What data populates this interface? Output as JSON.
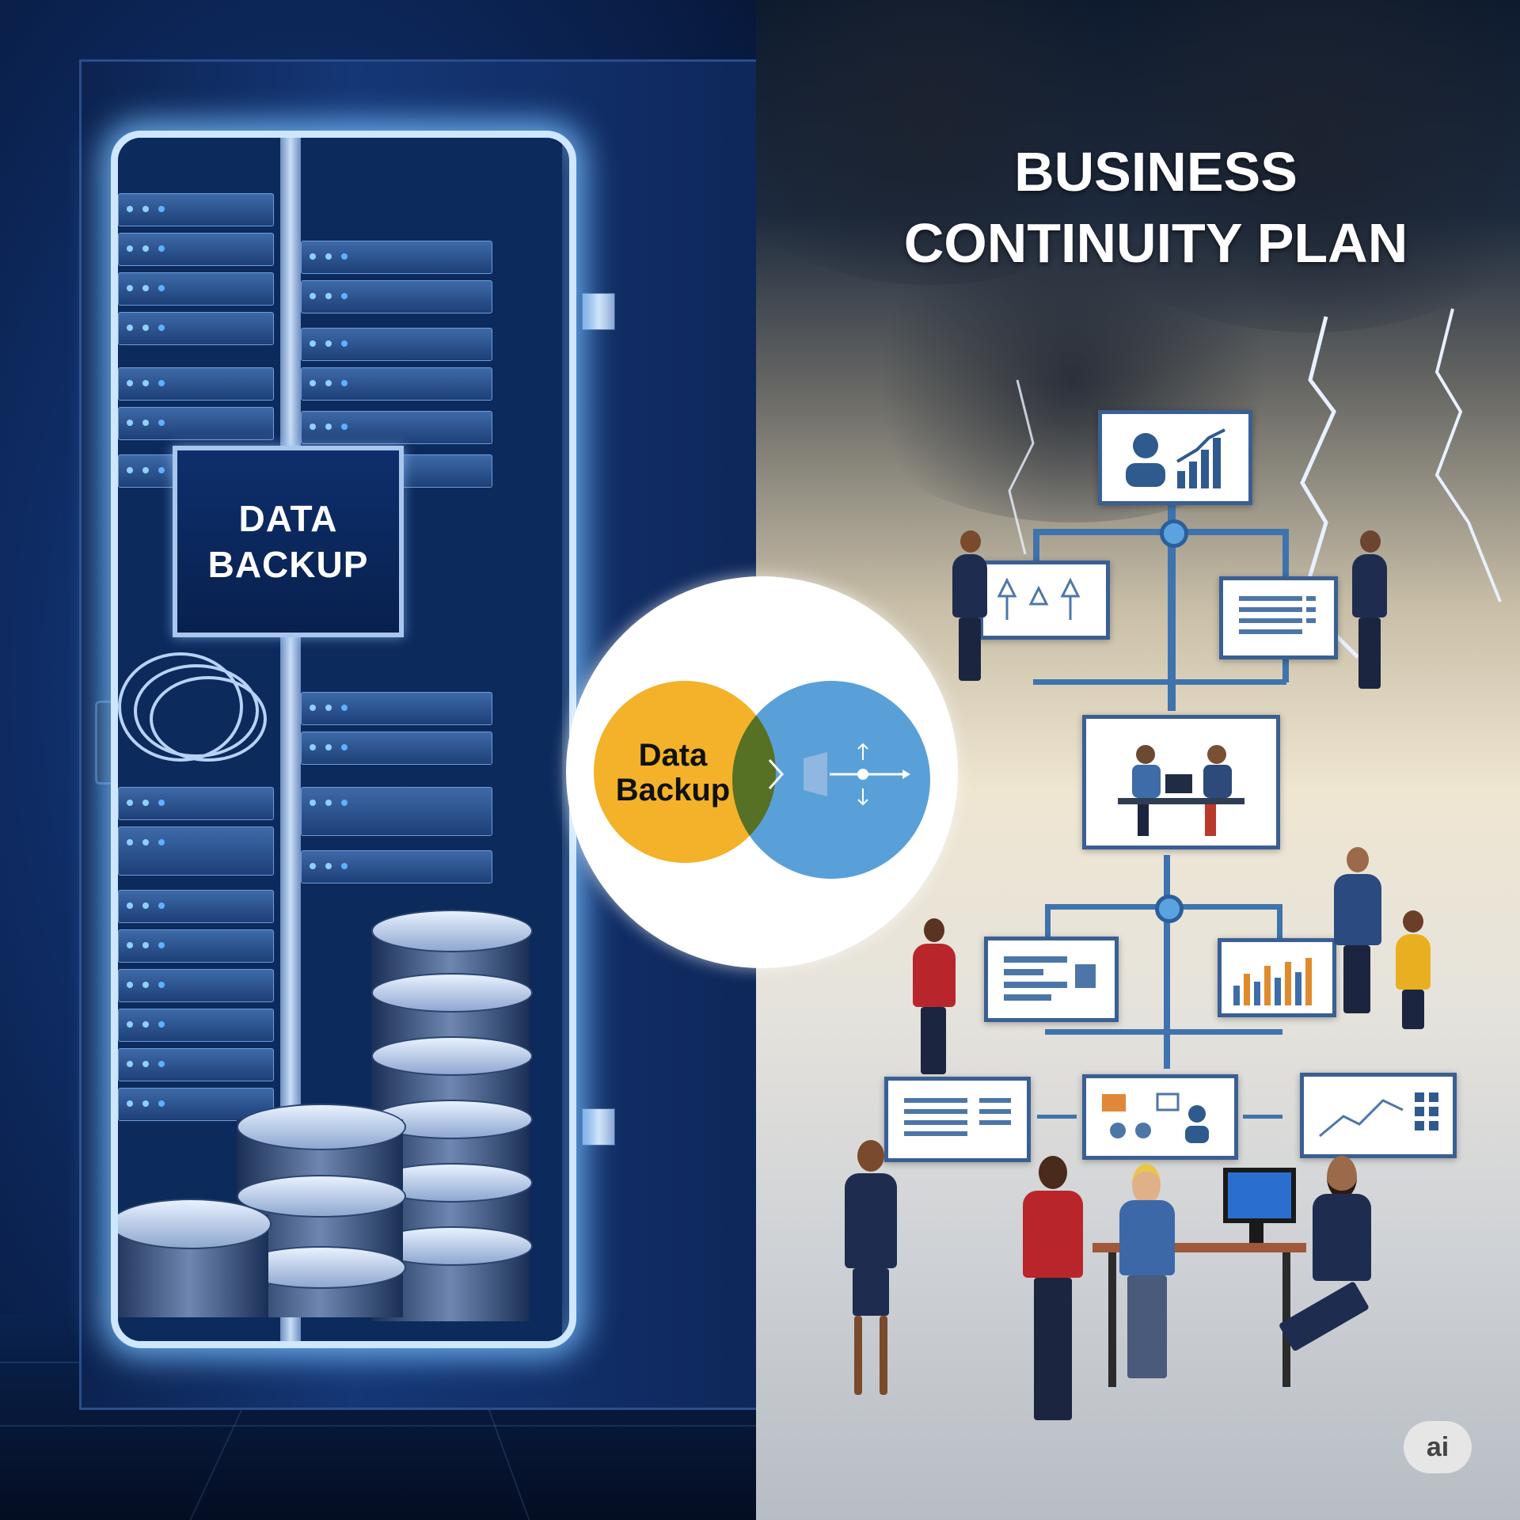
{
  "title": {
    "line1": "BUSINESS",
    "line2": "CONTINUITY PLAN"
  },
  "server_sign": "DATA\nBACKUP",
  "venn": {
    "label": "Data\nBackup",
    "left_color": "#f3b22a",
    "right_color": "#5aa0d8",
    "icons": [
      "chevron-right-icon",
      "arrows-icon"
    ]
  },
  "badge": "ai",
  "colors": {
    "server_glow": "#cfe6ff",
    "chart_line": "#3f73ad",
    "card_border": "#3a5f93"
  }
}
